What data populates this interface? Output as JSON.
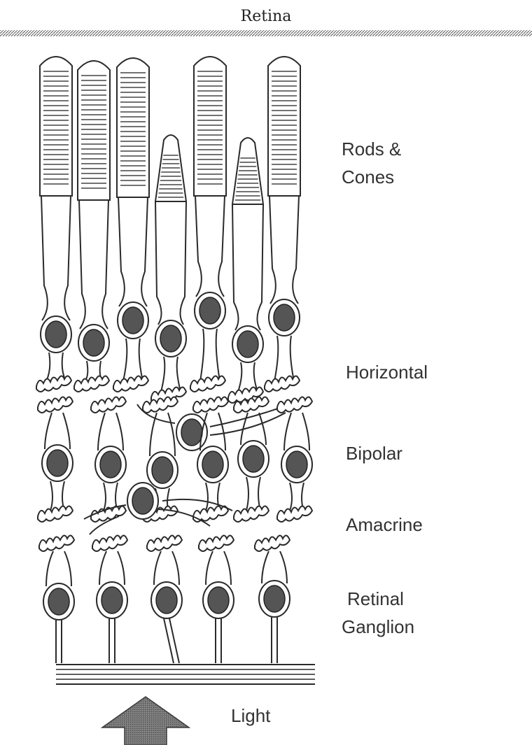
{
  "title": "Retina",
  "labels": {
    "rods_cones": [
      "Rods &",
      "Cones"
    ],
    "horizontal": "Horizontal",
    "bipolar": "Bipolar",
    "amacrine": "Amacrine",
    "retinal_ganglion": [
      "Retinal",
      "Ganglion"
    ],
    "light": "Light"
  },
  "colors": {
    "ink": "#2a2a2a",
    "nucleus": "#555555",
    "arrow": "#6e6e6e"
  },
  "icons": {
    "light_arrow": "up-arrow-icon"
  }
}
